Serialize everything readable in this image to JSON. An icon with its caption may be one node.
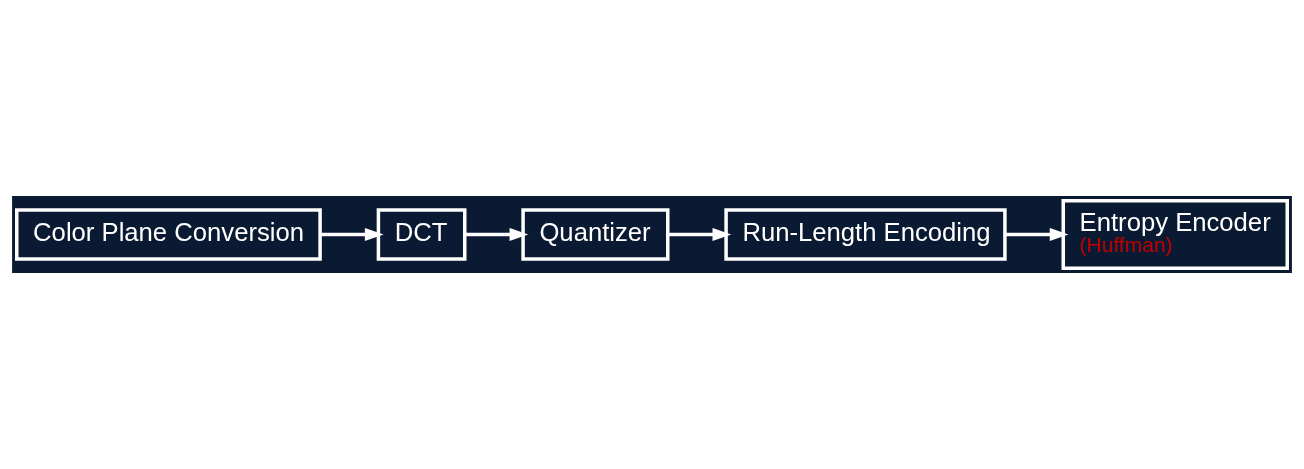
{
  "diagram": {
    "nodes": [
      {
        "text": [
          "Color Plane Conversion"
        ]
      },
      {
        "text": [
          "DCT"
        ]
      },
      {
        "text": [
          "Quantizer"
        ]
      },
      {
        "text": [
          "Run-Length Encoding"
        ]
      },
      {
        "text": [
          "Entropy Encoder",
          "(Huffman)"
        ]
      }
    ],
    "edges": [
      {
        "from": 0,
        "to": 1,
        "arrow": "to"
      },
      {
        "from": 1,
        "to": 2,
        "arrow": "to"
      },
      {
        "from": 2,
        "to": 3,
        "arrow": "to"
      },
      {
        "from": 3,
        "to": 4,
        "arrow": "to"
      }
    ]
  }
}
